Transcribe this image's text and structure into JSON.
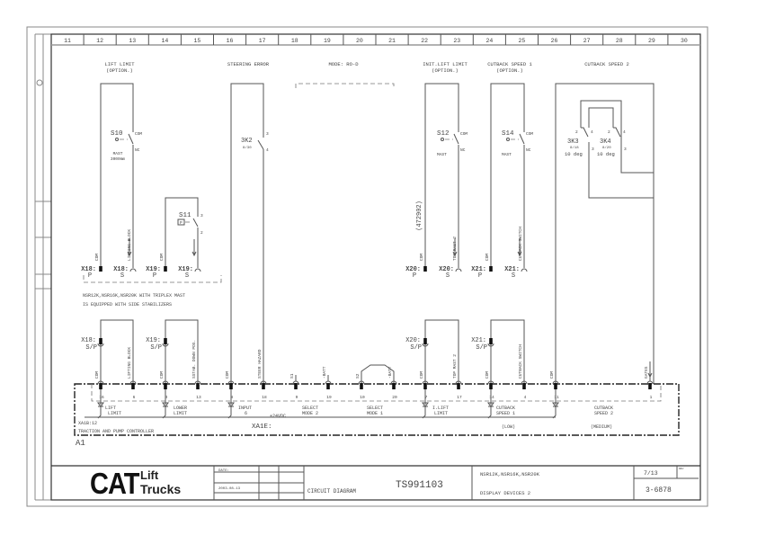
{
  "sheet": {
    "column_numbers": [
      "11",
      "12",
      "13",
      "14",
      "15",
      "16",
      "17",
      "18",
      "19",
      "20",
      "21",
      "22",
      "23",
      "24",
      "25",
      "26",
      "27",
      "28",
      "29",
      "30"
    ],
    "section_titles": [
      {
        "id": "lift-limit",
        "line1": "LIFT LIMIT",
        "line2": "(OPTION.)"
      },
      {
        "id": "steering-error",
        "line1": "STEERING ERROR",
        "line2": ""
      },
      {
        "id": "mode",
        "line1": "MODE: RO-D",
        "line2": ""
      },
      {
        "id": "init-lift-limit",
        "line1": "INIT.LIFT LIMIT",
        "line2": "(OPTION.)"
      },
      {
        "id": "cutback-speed-1",
        "line1": "CUTBACK SPEED 1",
        "line2": "(OPTION.)"
      },
      {
        "id": "cutback-speed-2",
        "line1": "CUTBACK SPEED 2",
        "line2": ""
      }
    ]
  },
  "components": {
    "s10": {
      "label": "S10",
      "com": "COM",
      "nc": "NC",
      "desc1": "MAST",
      "desc2": "3000mm"
    },
    "s11": {
      "label": "S11",
      "pin_top": "3",
      "pin_bottom": "2",
      "box": "P"
    },
    "s12": {
      "label": "S12",
      "com": "COM",
      "nc": "NC",
      "desc1": "MAST"
    },
    "s14": {
      "label": "S14",
      "com": "COM",
      "nc": "NC",
      "desc1": "MAST"
    },
    "k3k2": {
      "label": "3K2",
      "ref": "8/30",
      "pin_top": "3",
      "pin_bottom": "4"
    },
    "k3k3": {
      "label": "3K3",
      "ref": "8/18",
      "deg": "10 deg",
      "pin_a": "2",
      "pin_b": "4",
      "pin_c": "3"
    },
    "k3k4": {
      "label": "3K4",
      "ref": "8/20",
      "deg": "10 deg",
      "pin_a": "2",
      "pin_b": "4",
      "pin_c": "3"
    },
    "part_number": "(472902)"
  },
  "connectors_upper": [
    {
      "id": "x18p",
      "label": "X18:",
      "sub": "P",
      "wire": "COM"
    },
    {
      "id": "x18s",
      "label": "X18:",
      "sub": "S",
      "wire": "LIFTING BLOCK"
    },
    {
      "id": "x19p",
      "label": "X19:",
      "sub": "P",
      "wire": "COM"
    },
    {
      "id": "x19s",
      "label": "X19:",
      "sub": "S",
      "wire": ""
    },
    {
      "id": "x20p",
      "label": "X20:",
      "sub": "P",
      "wire": "COM"
    },
    {
      "id": "x20s",
      "label": "X20:",
      "sub": "S",
      "wire": "TOP MAST 2"
    },
    {
      "id": "x21p",
      "label": "X21:",
      "sub": "P",
      "wire": "COM"
    },
    {
      "id": "x21s",
      "label": "X21:",
      "sub": "S",
      "wire": "CUTBACK SWITCH"
    }
  ],
  "note": {
    "line1": "NSR12K,NSR16K,NSR20K WITH TRIPLEX MAST",
    "line2": "IS EQUIPPED WITH SIDE STABILIZERS"
  },
  "connectors_lower": [
    {
      "id": "x18sp",
      "label": "X18:",
      "sub": "S/P"
    },
    {
      "id": "x19sp",
      "label": "X19:",
      "sub": "S/P"
    },
    {
      "id": "x20sp",
      "label": "X20:",
      "sub": "S/P"
    },
    {
      "id": "x21sp",
      "label": "X21:",
      "sub": "S/P"
    }
  ],
  "controller": {
    "pins": [
      {
        "pin": "16",
        "wire": "COM"
      },
      {
        "pin": "6",
        "wire": "LIFTING BLOCK"
      },
      {
        "pin": "3",
        "wire": "COM"
      },
      {
        "pin": "13",
        "wire": "SSTAB. DOWN POS."
      },
      {
        "pin": "8",
        "wire": "COM"
      },
      {
        "pin": "18",
        "wire": "STEER HAZARD"
      },
      {
        "pin": "9",
        "wire": "S1"
      },
      {
        "pin": "19",
        "wire": "-BATT"
      },
      {
        "pin": "10",
        "wire": "S2"
      },
      {
        "pin": "20",
        "wire": "-BATT"
      },
      {
        "pin": "7",
        "wire": "COM"
      },
      {
        "pin": "17",
        "wire": "TOP MAST 2"
      },
      {
        "pin": "14",
        "wire": "COM"
      },
      {
        "pin": "4",
        "wire": "CUTBACK SWITCH"
      },
      {
        "pin": "11",
        "wire": "COM"
      },
      {
        "pin": "1",
        "wire": "GATES"
      }
    ],
    "functions": [
      {
        "line1": "LIFT",
        "line2": "LIMIT"
      },
      {
        "line1": "LOWER",
        "line2": "LIMIT"
      },
      {
        "line1": "INPUT",
        "line2": "6"
      },
      {
        "line1": "SELECT",
        "line2": "MODE 2"
      },
      {
        "line1": "SELECT",
        "line2": "MODE 1"
      },
      {
        "line1": "I.LIFT",
        "line2": "LIMIT"
      },
      {
        "line1": "CUTBACK",
        "line2": "SPEED 1"
      },
      {
        "line1": "CUTBACK",
        "line2": "SPEED 2"
      }
    ],
    "supply": "+24VDC",
    "low": "(LOW)",
    "medium": "(MEDIUM)",
    "ref": "XA1B:12",
    "name": "TRACTION AND PUMP CONTROLLER",
    "connector": "XA1E:",
    "designator": "A1"
  },
  "title_block": {
    "logo_main": "CAT",
    "logo_line1": "Lift",
    "logo_line2": "Trucks",
    "date_label": "DATE:",
    "date_value": "2003-08-13",
    "doc_type": "CIRCUIT DIAGRAM",
    "doc_number": "TS991103",
    "models": "NSR12K,NSR16K,NSR20K",
    "title": "DISPLAY DEVICES 2",
    "page": "7/13",
    "rev_label": "REV",
    "drawing_number": "3-6878"
  }
}
